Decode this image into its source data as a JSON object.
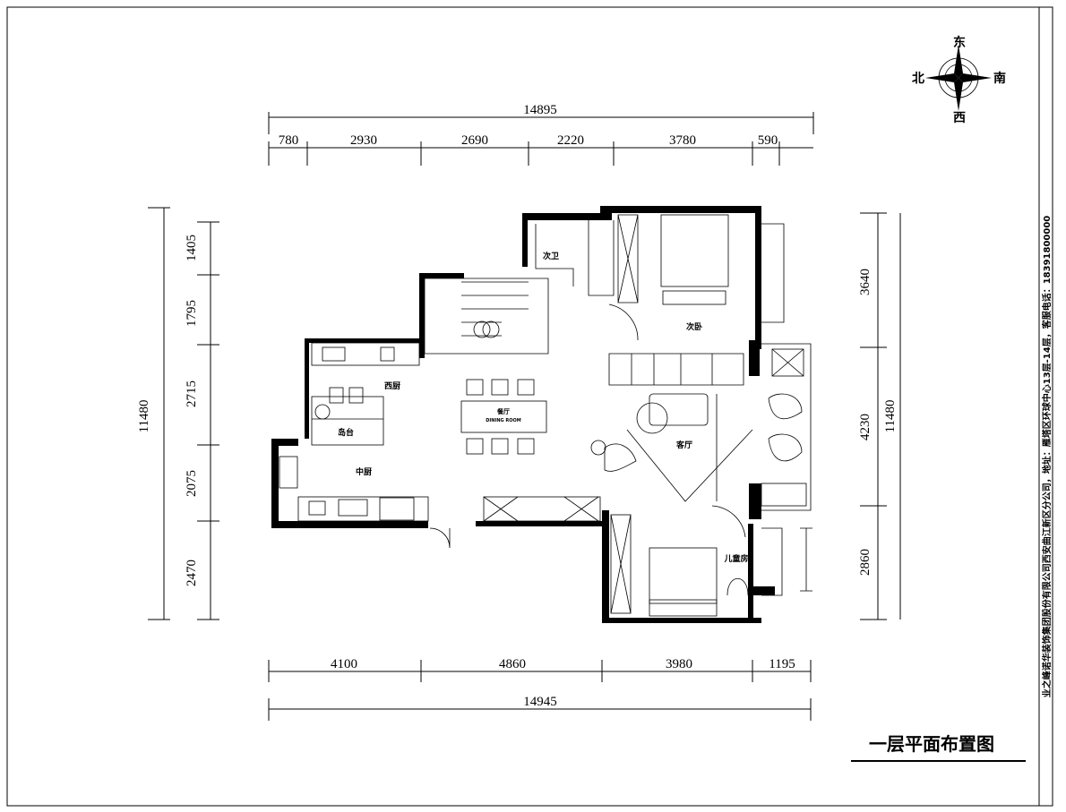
{
  "title": "一层平面布置图",
  "side_note": "业之峰诺华装饰集团股份有限公司西安曲江新区分公司，地址：雁塔区环球中心13层-14层，客服电话：18391800000",
  "compass": {
    "east": "东",
    "south": "南",
    "west": "西",
    "north": "北"
  },
  "dimensions": {
    "top_total": "14895",
    "top": [
      "780",
      "2930",
      "2690",
      "2220",
      "3780",
      "590"
    ],
    "bottom": [
      "4100",
      "4860",
      "3980",
      "1195"
    ],
    "bottom_total": "14945",
    "left_total": "11480",
    "left": [
      "1405",
      "1795",
      "2715",
      "2075",
      "2470"
    ],
    "right": [
      "3640",
      "4230",
      "2860"
    ],
    "right_total": "11480"
  },
  "rooms": {
    "western_kitchen": "西厨",
    "island": "岛台",
    "chinese_kitchen": "中厨",
    "dining": "餐厅",
    "dining_en": "DINING ROOM",
    "living": "客厅",
    "second_bedroom": "次卧",
    "second_bath": "次卫",
    "kids_room": "儿童房"
  }
}
